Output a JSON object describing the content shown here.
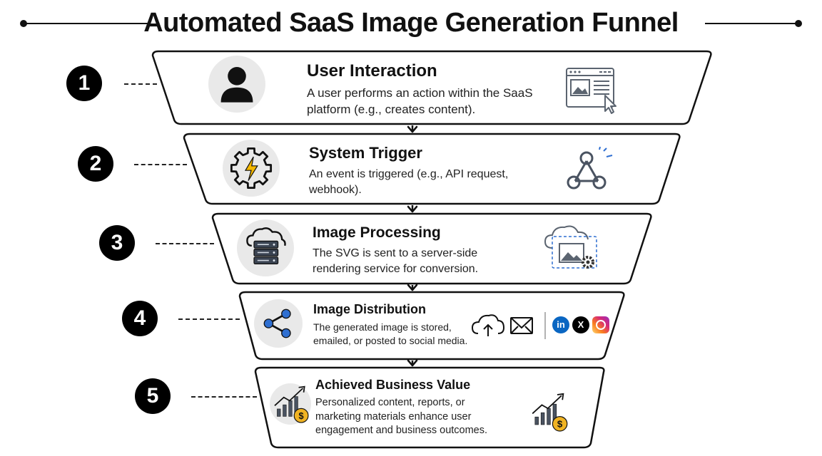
{
  "header": {
    "title": "Automated SaaS Image Generation Funnel"
  },
  "stages": [
    {
      "number": "1",
      "title": "User Interaction",
      "description": "A user performs an action within the SaaS platform (e.g., creates content).",
      "icon": "user-icon",
      "art": "browser-window-cursor-icon"
    },
    {
      "number": "2",
      "title": "System Trigger",
      "description": "An event is triggered (e.g., API request, webhook).",
      "icon": "gear-lightning-icon",
      "art": "webhook-icon"
    },
    {
      "number": "3",
      "title": "Image Processing",
      "description": "The SVG is sent to a server-side rendering service for conversion.",
      "icon": "cloud-server-icon",
      "art": "cloud-image-gear-icon"
    },
    {
      "number": "4",
      "title": "Image Distribution",
      "description": "The generated image is stored, emailed, or posted to social media.",
      "icon": "share-icon",
      "art": "distribution-channels-icon",
      "channels": [
        {
          "name": "cloud-upload-icon"
        },
        {
          "name": "email-icon"
        },
        {
          "name": "linkedin-icon",
          "label": "in",
          "color": "#0a66c2"
        },
        {
          "name": "x-icon",
          "label": "X",
          "color": "#000000"
        },
        {
          "name": "instagram-icon",
          "label": "",
          "color": "#d62976"
        }
      ]
    },
    {
      "number": "5",
      "title": "Achieved Business Value",
      "description": "Personalized content, reports, or marketing materials enhance user engagement and business outcomes.",
      "icon": "growth-chart-coin-icon",
      "art": "growth-chart-coin-icon"
    }
  ],
  "colors": {
    "accent": "#2f6fd1",
    "lightning": "#f5b800",
    "coin": "#f0b323",
    "line": "#111111",
    "icon_bg": "#e9e9e9",
    "gray": "#5b6470"
  }
}
